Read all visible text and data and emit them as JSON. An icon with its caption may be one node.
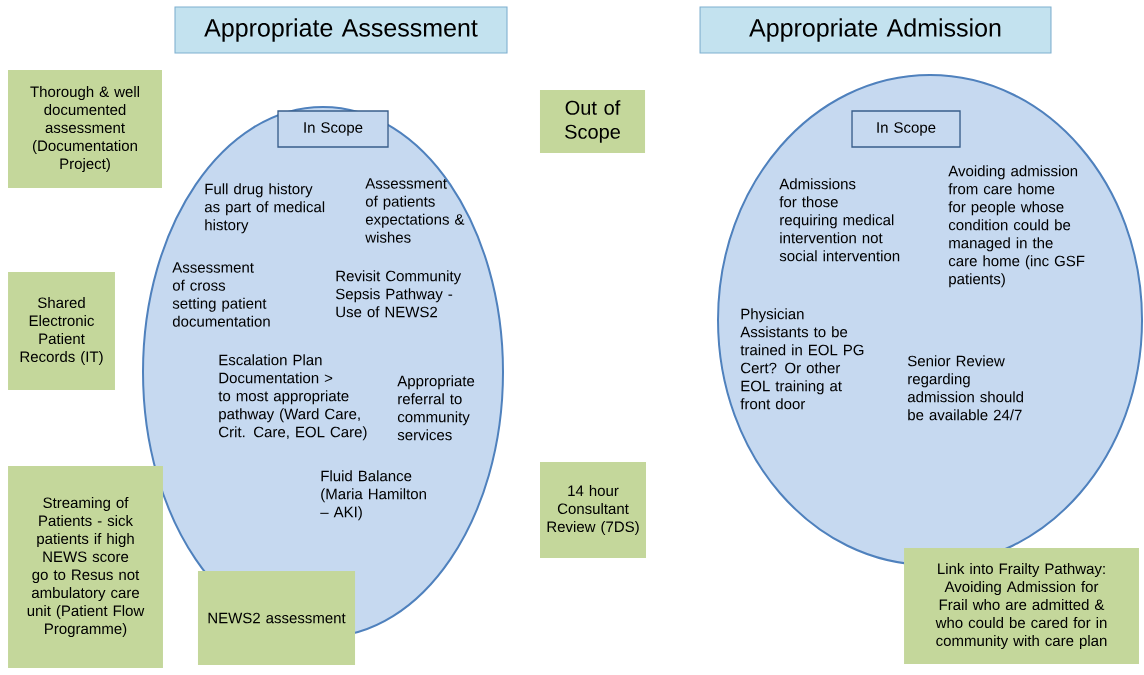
{
  "diagram": {
    "nodes": [
      {
        "text": [
          "Appropriate Assessment"
        ]
      },
      {
        "text": [
          "Appropriate Admission"
        ]
      },
      {
        "text": [
          "Thorough & well documented assessment (Documentation Project)"
        ]
      },
      {
        "text": [
          "Out of Scope"
        ]
      },
      {
        "text": [
          "Full drug history as part of medical history",
          "Assessment of patients expectations & wishes",
          "Assessment of cross setting patient documentation",
          "Revisit Community Sepsis Pathway - Use of NEWS2",
          "Escalation Plan Documentation > to most appropriate pathway (Ward Care, Crit. Care, EOL Care)",
          "Appropriate referral to community services",
          "Fluid Balance (Maria Hamilton – AKI)"
        ]
      },
      {
        "text": [
          "In Scope"
        ],
        "in": 4
      },
      {
        "text": [
          "Admissions for those requiring medical intervention not social intervention",
          "Avoiding admission from care home for people whose condition could be managed in the care home (inc GSF patients)",
          "Physician Assistants to be trained in EOL PG Cert? Or other EOL training at front door",
          "Senior Review regarding admission should be available 24/7"
        ]
      },
      {
        "text": [
          "In Scope"
        ],
        "in": 6
      },
      {
        "text": [
          "Shared Electronic Patient Records (IT)"
        ]
      },
      {
        "text": [
          "Streaming of Patients - sick patients if high NEWS score go to Resus not ambulatory care unit (Patient Flow Programme)"
        ]
      },
      {
        "text": [
          "14 hour Consultant Review (7DS)"
        ]
      },
      {
        "text": [
          "NEWS2 assessment"
        ]
      },
      {
        "text": [
          "Link into Frailty Pathway: Avoiding Admission for Frail who are admitted & who could be cared for in community with care plan"
        ]
      }
    ]
  }
}
